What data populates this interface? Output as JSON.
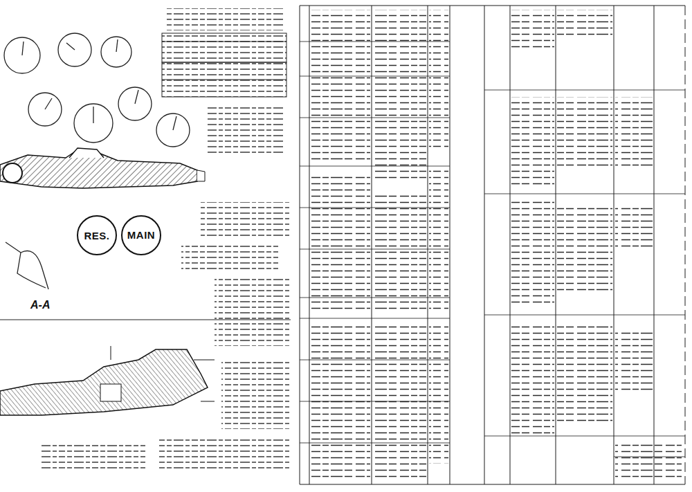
{
  "diagram": {
    "nodes": [
      {
        "text": [
          "RES."
        ]
      },
      {
        "text": [
          "MAIN"
        ]
      }
    ],
    "labels": [
      "A-A"
    ]
  }
}
